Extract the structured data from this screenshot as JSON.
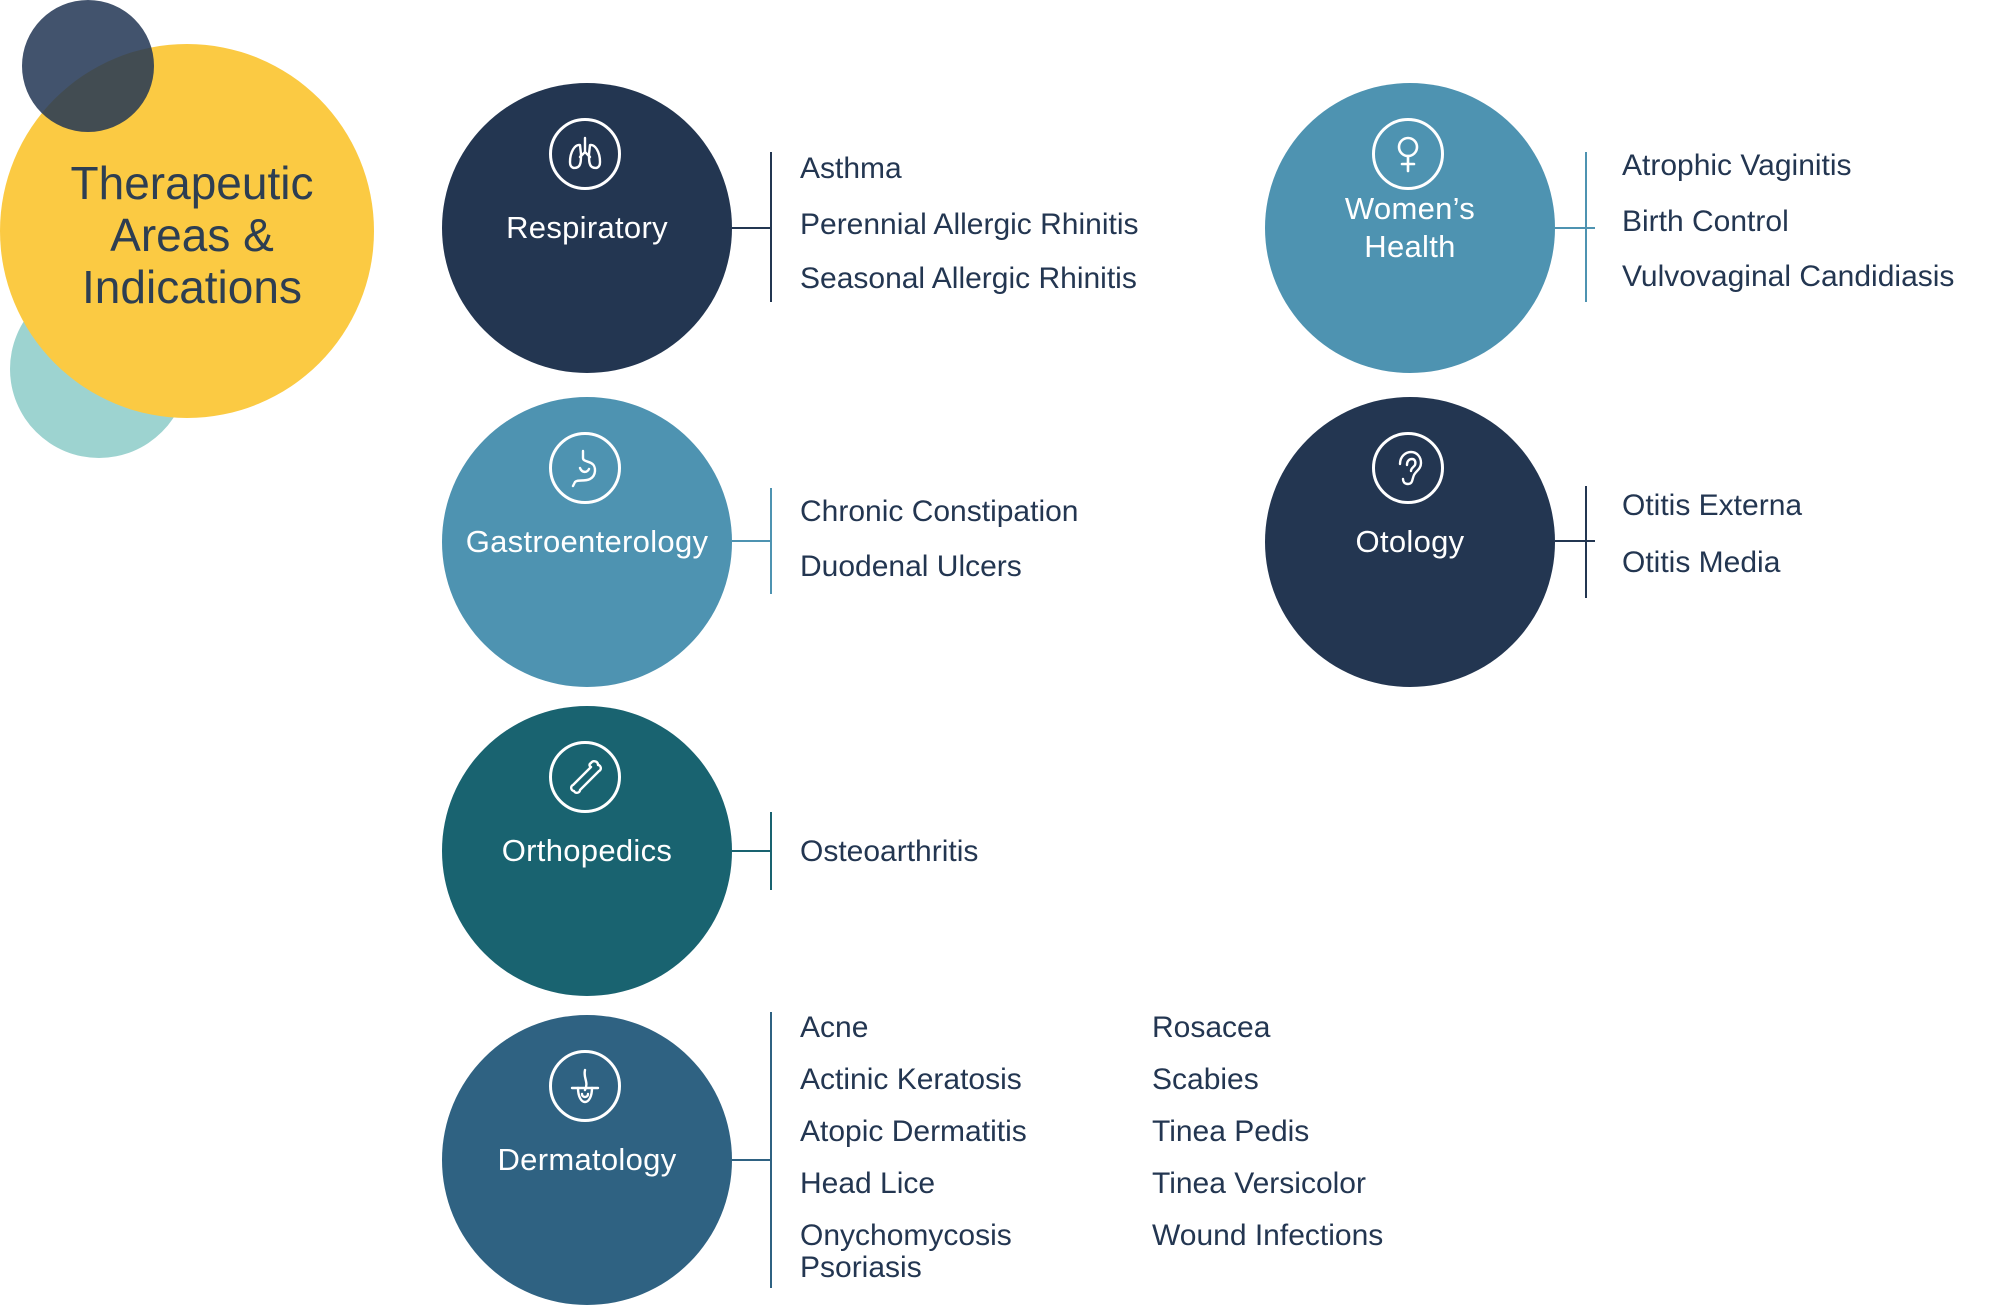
{
  "title": [
    "Therapeutic",
    "Areas &",
    "Indications"
  ],
  "colors": {
    "yellow": "#fbca43",
    "navy": "#233651",
    "sky_blue": "#4e93b1",
    "teal": "#196370",
    "slate_blue": "#2f6282",
    "light_teal": "#9dd3d0",
    "text": "#233651"
  },
  "areas": [
    {
      "name": "Respiratory",
      "icon": "lungs-icon",
      "color": "#233651",
      "indications": [
        "Asthma",
        "Perennial Allergic Rhinitis",
        "Seasonal Allergic Rhinitis"
      ]
    },
    {
      "name": "Women’s Health",
      "name_lines": [
        "Women’s",
        "Health"
      ],
      "icon": "female-symbol-icon",
      "color": "#4e93b1",
      "indications": [
        "Atrophic Vaginitis",
        "Birth Control",
        "Vulvovaginal Candidiasis"
      ]
    },
    {
      "name": "Gastroenterology",
      "icon": "stomach-icon",
      "color": "#4e93b1",
      "indications": [
        "Chronic Constipation",
        "Duodenal Ulcers"
      ]
    },
    {
      "name": "Otology",
      "icon": "ear-icon",
      "color": "#233651",
      "indications": [
        "Otitis Externa",
        "Otitis Media"
      ]
    },
    {
      "name": "Orthopedics",
      "icon": "bone-icon",
      "color": "#196370",
      "indications": [
        "Osteoarthritis"
      ]
    },
    {
      "name": "Dermatology",
      "icon": "hair-follicle-icon",
      "color": "#2f6282",
      "indications": [
        "Acne",
        "Actinic Keratosis",
        "Atopic Dermatitis",
        "Head Lice",
        "Onychomycosis",
        "Psoriasis",
        "Rosacea",
        "Scabies",
        "Tinea Pedis",
        "Tinea Versicolor",
        "Wound Infections"
      ]
    }
  ]
}
